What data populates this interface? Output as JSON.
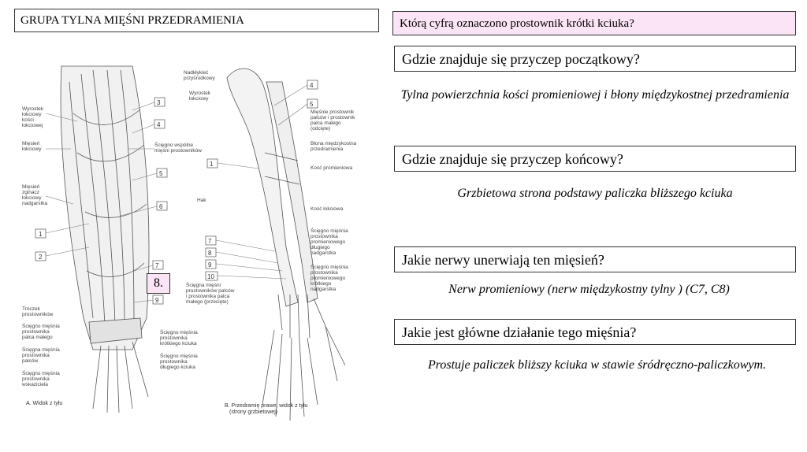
{
  "slide": {
    "title": "GRUPA TYLNA MIĘŚNI PRZEDRAMIENIA",
    "main_question": "Którą cyfrą oznaczono prostownik krótki kciuka?",
    "highlight_answer": "8.",
    "questions": [
      {
        "q": "Gdzie znajduje się przyczep początkowy?",
        "a": "Tylna powierzchnia kości promieniowej i błony międzykostnej przedramienia"
      },
      {
        "q": "Gdzie znajduje się przyczep końcowy?",
        "a": "Grzbietowa strona podstawy paliczka bliższego kciuka"
      },
      {
        "q": "Jakie nerwy unerwiają ten mięsień?",
        "a": "Nerw promieniowy (nerw międzykostny tylny ) (C7, C8)"
      },
      {
        "q": "Jakie jest główne działanie tego mięśnia?",
        "a": "Prostuje paliczek bliższy kciuka w stawie śródręczno-paliczkowym."
      }
    ]
  },
  "figure": {
    "left_labels": [
      "Wyrostek",
      "łokciowy",
      "kości",
      "łokciowej",
      "Mięsień",
      "łokciowy",
      "Mięsień",
      "zginacz",
      "łokciowy",
      "nadgarstka",
      "Troczek",
      "prostowników",
      "Ścięgno mięśnia",
      "prostownika",
      "palca małego",
      "Ścięgna mięśnia",
      "prostownika",
      "palców",
      "Ścięgno mięśnia",
      "prostownika",
      "wskaziciela"
    ],
    "mid_labels": [
      "Ścięgno wspólne",
      "mięśni prostowników",
      "Ścięgno mięśnia",
      "prostownika",
      "krótkiego kciuka",
      "Ścięgno mięśnia",
      "prostownika",
      "długiego kciuka"
    ],
    "right_labels": [
      "Nadkłykieć",
      "przyśrodkowy",
      "Wyrostek",
      "łokciowy",
      "Hak",
      "Mięśnie prostownik",
      "palców i prostownik",
      "palca małego",
      "(odcięte)",
      "Błona międzykostna",
      "przedramienia",
      "Kość promieniowa",
      "Kość łokciowa",
      "Ścięgno mięśnia",
      "prostownika",
      "promieniowego",
      "długiego",
      "nadgarstka",
      "Ścięgno mięśnia",
      "prostownika",
      "promieniowego",
      "krótkiego",
      "nadgarstka",
      "Ścięgna mięśni",
      "prostowników palców",
      "i prostownika palca",
      "małego (przecięte)"
    ],
    "left_numbers": [
      "3",
      "4",
      "5",
      "6",
      "1",
      "2",
      "7",
      "9"
    ],
    "right_numbers": [
      "4",
      "5",
      "1",
      "7",
      "8",
      "9",
      "10"
    ],
    "caption_a": "A. Widok z tyłu",
    "caption_b1": "B. Przedramię prawe; widok z tyłu",
    "caption_b2": "(strony grzbietowej)"
  }
}
